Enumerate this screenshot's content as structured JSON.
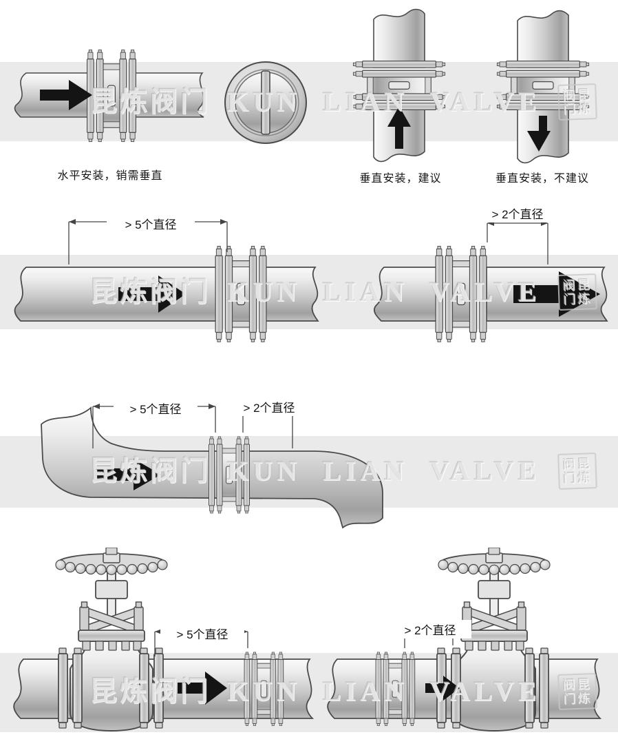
{
  "page": {
    "background": "#ffffff",
    "band_color": "#eaeaea",
    "line_color": "#4a4a4a",
    "arrow_color": "#141414"
  },
  "watermark": {
    "cn": "昆炼阀门",
    "en": "KUN LIAN VALVE",
    "seal_row1": "阀昆",
    "seal_row2": "门炼"
  },
  "captions": {
    "horizontal": "水平安装，销需垂直",
    "vertical_recommended": "垂直安装，建议",
    "vertical_not_recommended": "垂直安装，不建议"
  },
  "dimension_labels": {
    "five_diameters": "> 5个直径",
    "two_diameters": "> 2个直径"
  },
  "figures": [
    {
      "id": "horizontal-check-valve",
      "caption": "水平安装，销需垂直",
      "flow": "right"
    },
    {
      "id": "check-valve-front-view"
    },
    {
      "id": "vertical-check-valve-flow-up",
      "caption": "垂直安装，建议",
      "flow": "up"
    },
    {
      "id": "vertical-check-valve-flow-down",
      "caption": "垂直安装，不建议",
      "flow": "down"
    },
    {
      "id": "straight-run-upstream",
      "dimension": "> 5个直径",
      "flow": "right"
    },
    {
      "id": "straight-run-downstream",
      "dimension": "> 2个直径",
      "flow": "right"
    },
    {
      "id": "elbow-run",
      "dimension_upstream": "> 5个直径",
      "dimension_downstream": "> 2个直径",
      "flow": "right"
    },
    {
      "id": "globe-valve-upstream-of-check-valve",
      "dimension": "> 5个直径",
      "flow": "right"
    },
    {
      "id": "check-valve-upstream-of-globe-valve",
      "dimension": "> 2个直径",
      "flow": "right"
    }
  ]
}
